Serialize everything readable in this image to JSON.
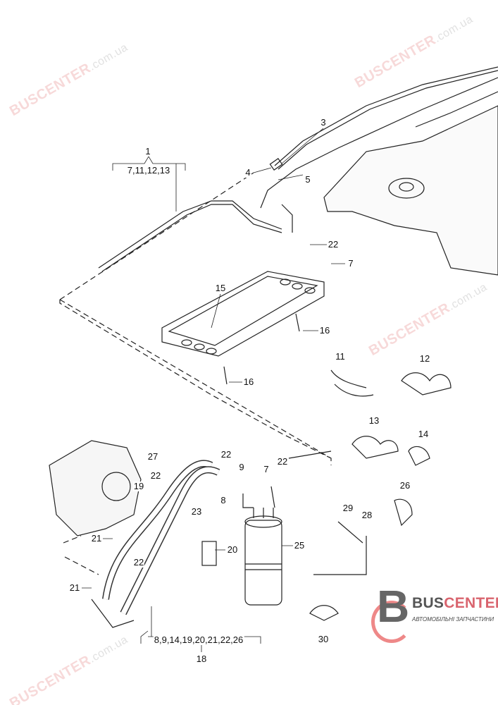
{
  "watermark": {
    "brand": "BUSCENTER",
    "domain": ".com.ua"
  },
  "logo": {
    "brand_part1": "BUS",
    "brand_part2": "CENTER",
    "tagline": "АВТОМОБІЛЬНІ ЗАПЧАСТИНИ"
  },
  "callouts": [
    {
      "id": "c1",
      "text": "1"
    },
    {
      "id": "c1sub",
      "text": "7,11,12,13"
    },
    {
      "id": "c3",
      "text": "3"
    },
    {
      "id": "c4",
      "text": "4"
    },
    {
      "id": "c5",
      "text": "5"
    },
    {
      "id": "c22a",
      "text": "22"
    },
    {
      "id": "c7a",
      "text": "7"
    },
    {
      "id": "c15",
      "text": "15"
    },
    {
      "id": "c16a",
      "text": "16"
    },
    {
      "id": "c16b",
      "text": "16"
    },
    {
      "id": "c11",
      "text": "11"
    },
    {
      "id": "c12",
      "text": "12"
    },
    {
      "id": "c13",
      "text": "13"
    },
    {
      "id": "c14",
      "text": "14"
    },
    {
      "id": "c27",
      "text": "27"
    },
    {
      "id": "c22b",
      "text": "22"
    },
    {
      "id": "c9",
      "text": "9"
    },
    {
      "id": "c7b",
      "text": "7"
    },
    {
      "id": "c22c",
      "text": "22"
    },
    {
      "id": "c22d",
      "text": "22"
    },
    {
      "id": "c19",
      "text": "19"
    },
    {
      "id": "c23",
      "text": "23"
    },
    {
      "id": "c8",
      "text": "8"
    },
    {
      "id": "c26",
      "text": "26"
    },
    {
      "id": "c29",
      "text": "29"
    },
    {
      "id": "c28",
      "text": "28"
    },
    {
      "id": "c21a",
      "text": "21"
    },
    {
      "id": "c22e",
      "text": "22"
    },
    {
      "id": "c20",
      "text": "20"
    },
    {
      "id": "c25",
      "text": "25"
    },
    {
      "id": "c21b",
      "text": "21"
    },
    {
      "id": "c30",
      "text": "30"
    },
    {
      "id": "c18sub",
      "text": "8,9,14,19,20,21,22,26"
    },
    {
      "id": "c18",
      "text": "18"
    }
  ]
}
